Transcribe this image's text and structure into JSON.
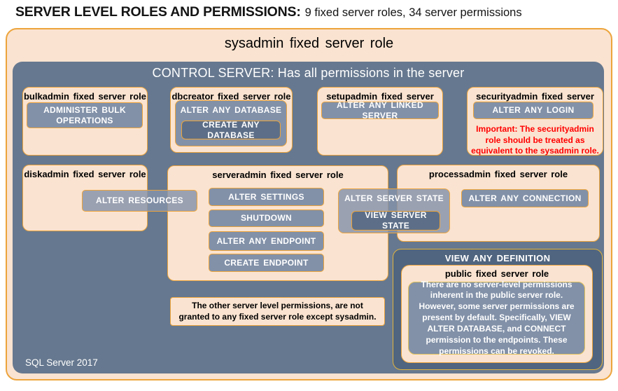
{
  "header": {
    "title": "SERVER LEVEL ROLES AND PERMISSIONS:",
    "subtitle": "9 fixed server roles, 34 server permissions"
  },
  "sysadmin": {
    "title": "sysadmin fixed server role"
  },
  "control_server": {
    "title": "CONTROL SERVER: Has all permissions in the server"
  },
  "roles": {
    "bulkadmin": {
      "title": "bulkadmin fixed server role",
      "perm": "ADMINISTER BULK OPERATIONS"
    },
    "dbcreator": {
      "title": "dbcreator fixed server role",
      "perm_outer": "ALTER ANY DATABASE",
      "perm_inner": "CREATE ANY DATABASE"
    },
    "setupadmin": {
      "title": "setupadmin fixed server role",
      "perm": "ALTER ANY LINKED SERVER"
    },
    "securityadmin": {
      "title": "securityadmin fixed server role",
      "perm": "ALTER ANY LOGIN",
      "warning": "Important: The securityadmin role should be treated as equivalent to the sysadmin role."
    },
    "diskadmin": {
      "title": "diskadmin fixed server role",
      "perm": "ALTER RESOURCES"
    },
    "serveradmin": {
      "title": "serveradmin fixed server role",
      "perms": [
        "ALTER SETTINGS",
        "SHUTDOWN",
        "ALTER ANY ENDPOINT",
        "CREATE ENDPOINT"
      ]
    },
    "processadmin": {
      "title": "processadmin fixed server role",
      "perm": "ALTER ANY CONNECTION"
    },
    "shared_state": {
      "perm_outer": "ALTER SERVER STATE",
      "perm_inner": "VIEW SERVER STATE"
    },
    "public": {
      "banner": "VIEW ANY DEFINITION",
      "title": "public fixed server role",
      "description": "There are no server-level permissions inherent in the public server role. However, some server permissions are present by default. Specifically, VIEW ALTER DATABASE, and CONNECT permission to the endpoints. These permissions can be revoked."
    }
  },
  "note": "The other server level permissions, are not granted to any fixed server role except sysadmin.",
  "footer": "SQL Server 2017",
  "colors": {
    "peach": "#FAE3D0",
    "slate_blue": "#66788F",
    "slate_dark": "#50657F",
    "pill_fill": "#8291A8",
    "pill_dark": "#5D6F88",
    "border_orange": "#EDA43C",
    "warning_red": "#FF0000"
  }
}
